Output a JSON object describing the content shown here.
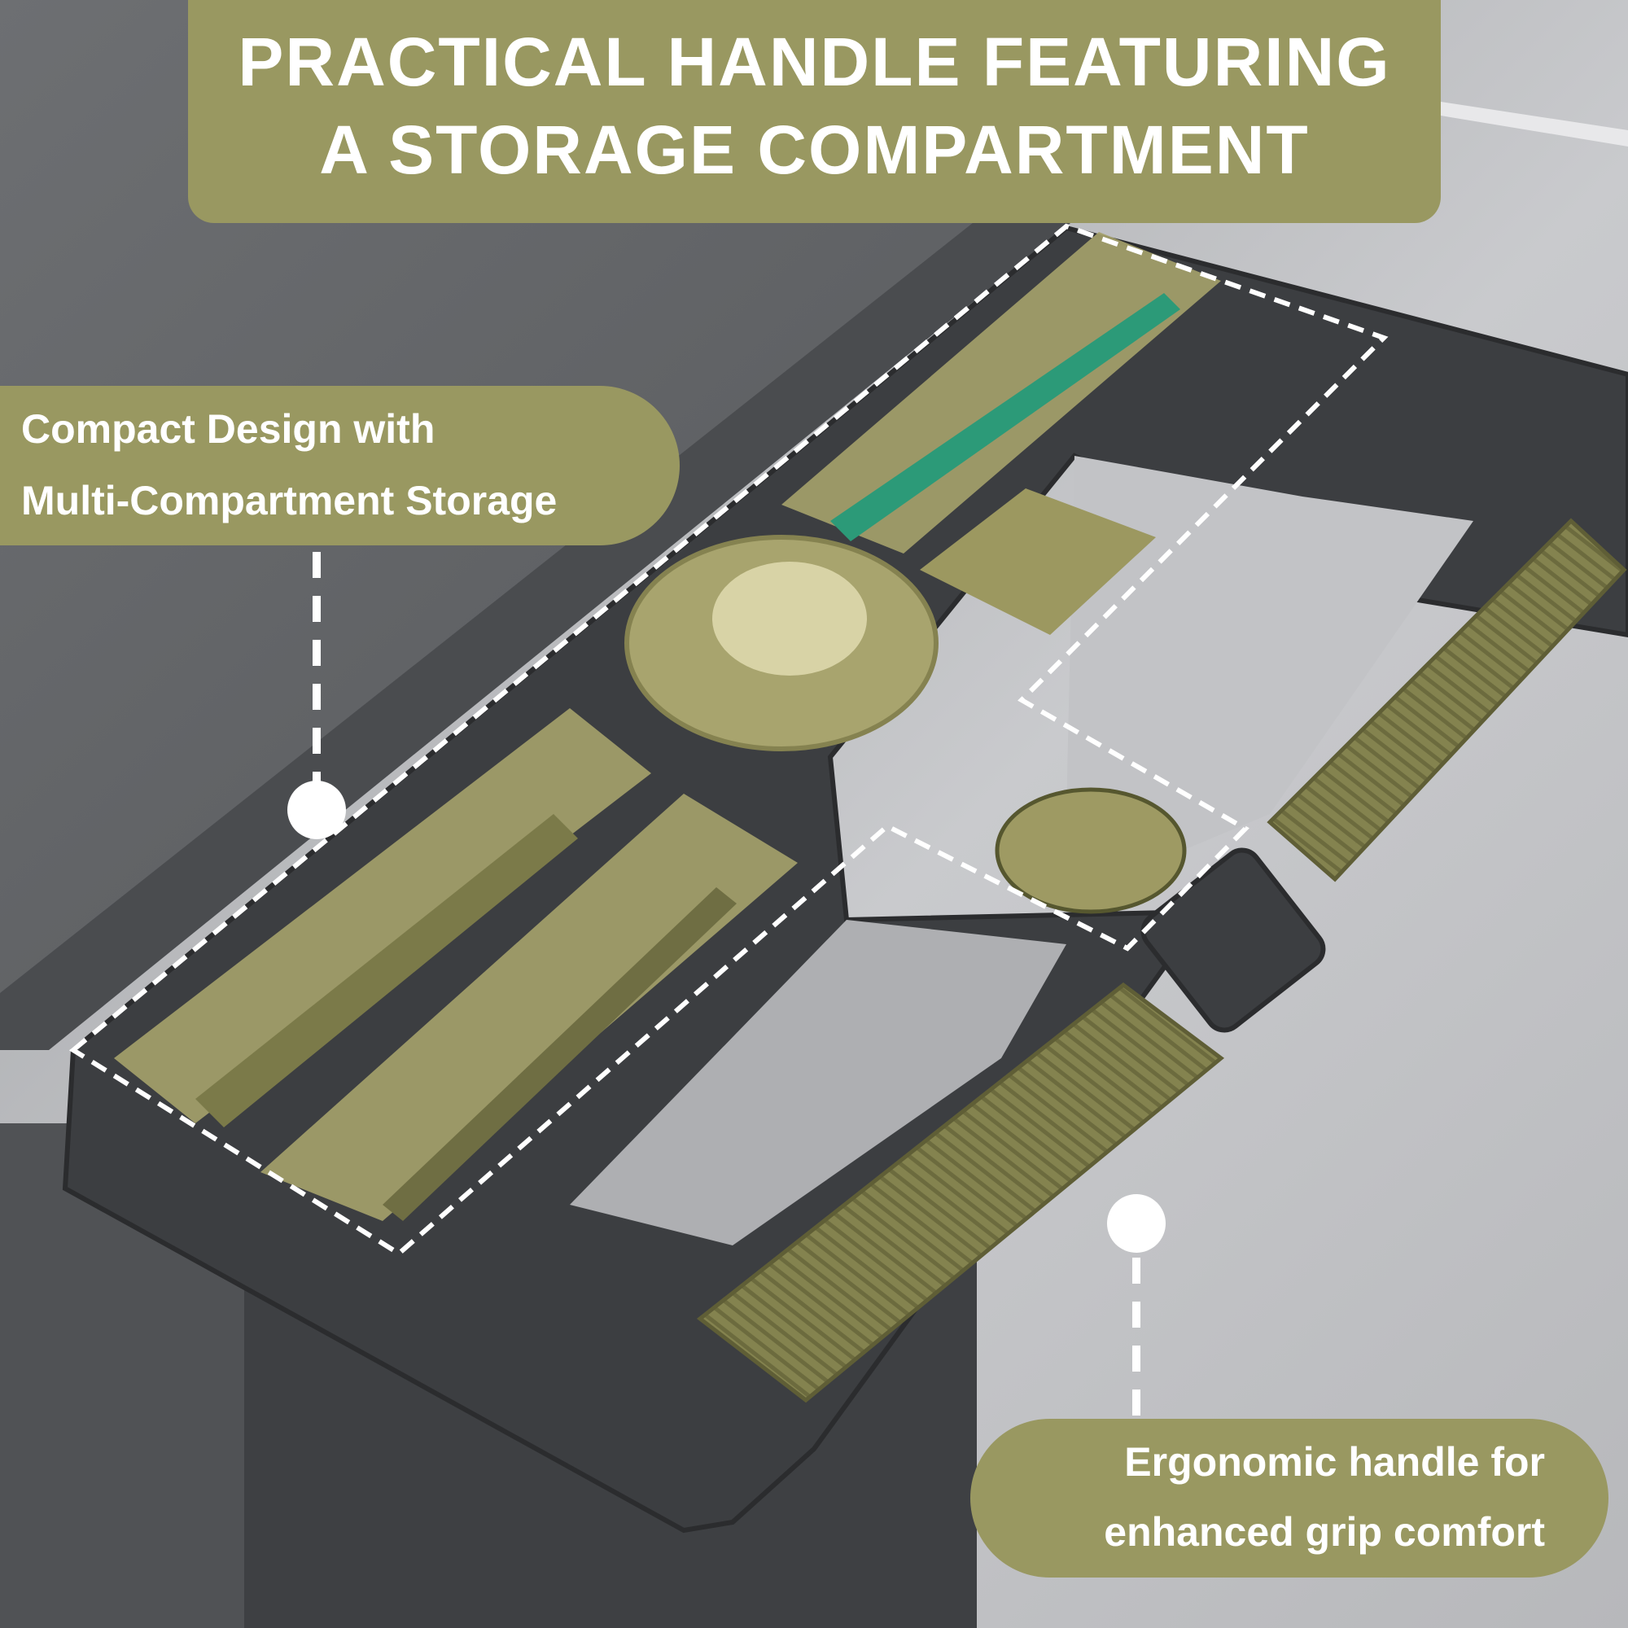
{
  "title": {
    "line1": "PRACTICAL HANDLE FEATURING",
    "line2": "A STORAGE COMPARTMENT"
  },
  "left_callout": {
    "line1": "Compact Design with",
    "line2": "Multi-Compartment Storage"
  },
  "right_callout": {
    "line1": "Ergonomic handle for",
    "line2": "enhanced grip comfort"
  },
  "colors": {
    "banner": "#999861",
    "banner_text": "#ffffff",
    "tray_fill": "#a4a06a",
    "handle_plastic": "#3c3e41",
    "floor": "#c9cacc"
  }
}
